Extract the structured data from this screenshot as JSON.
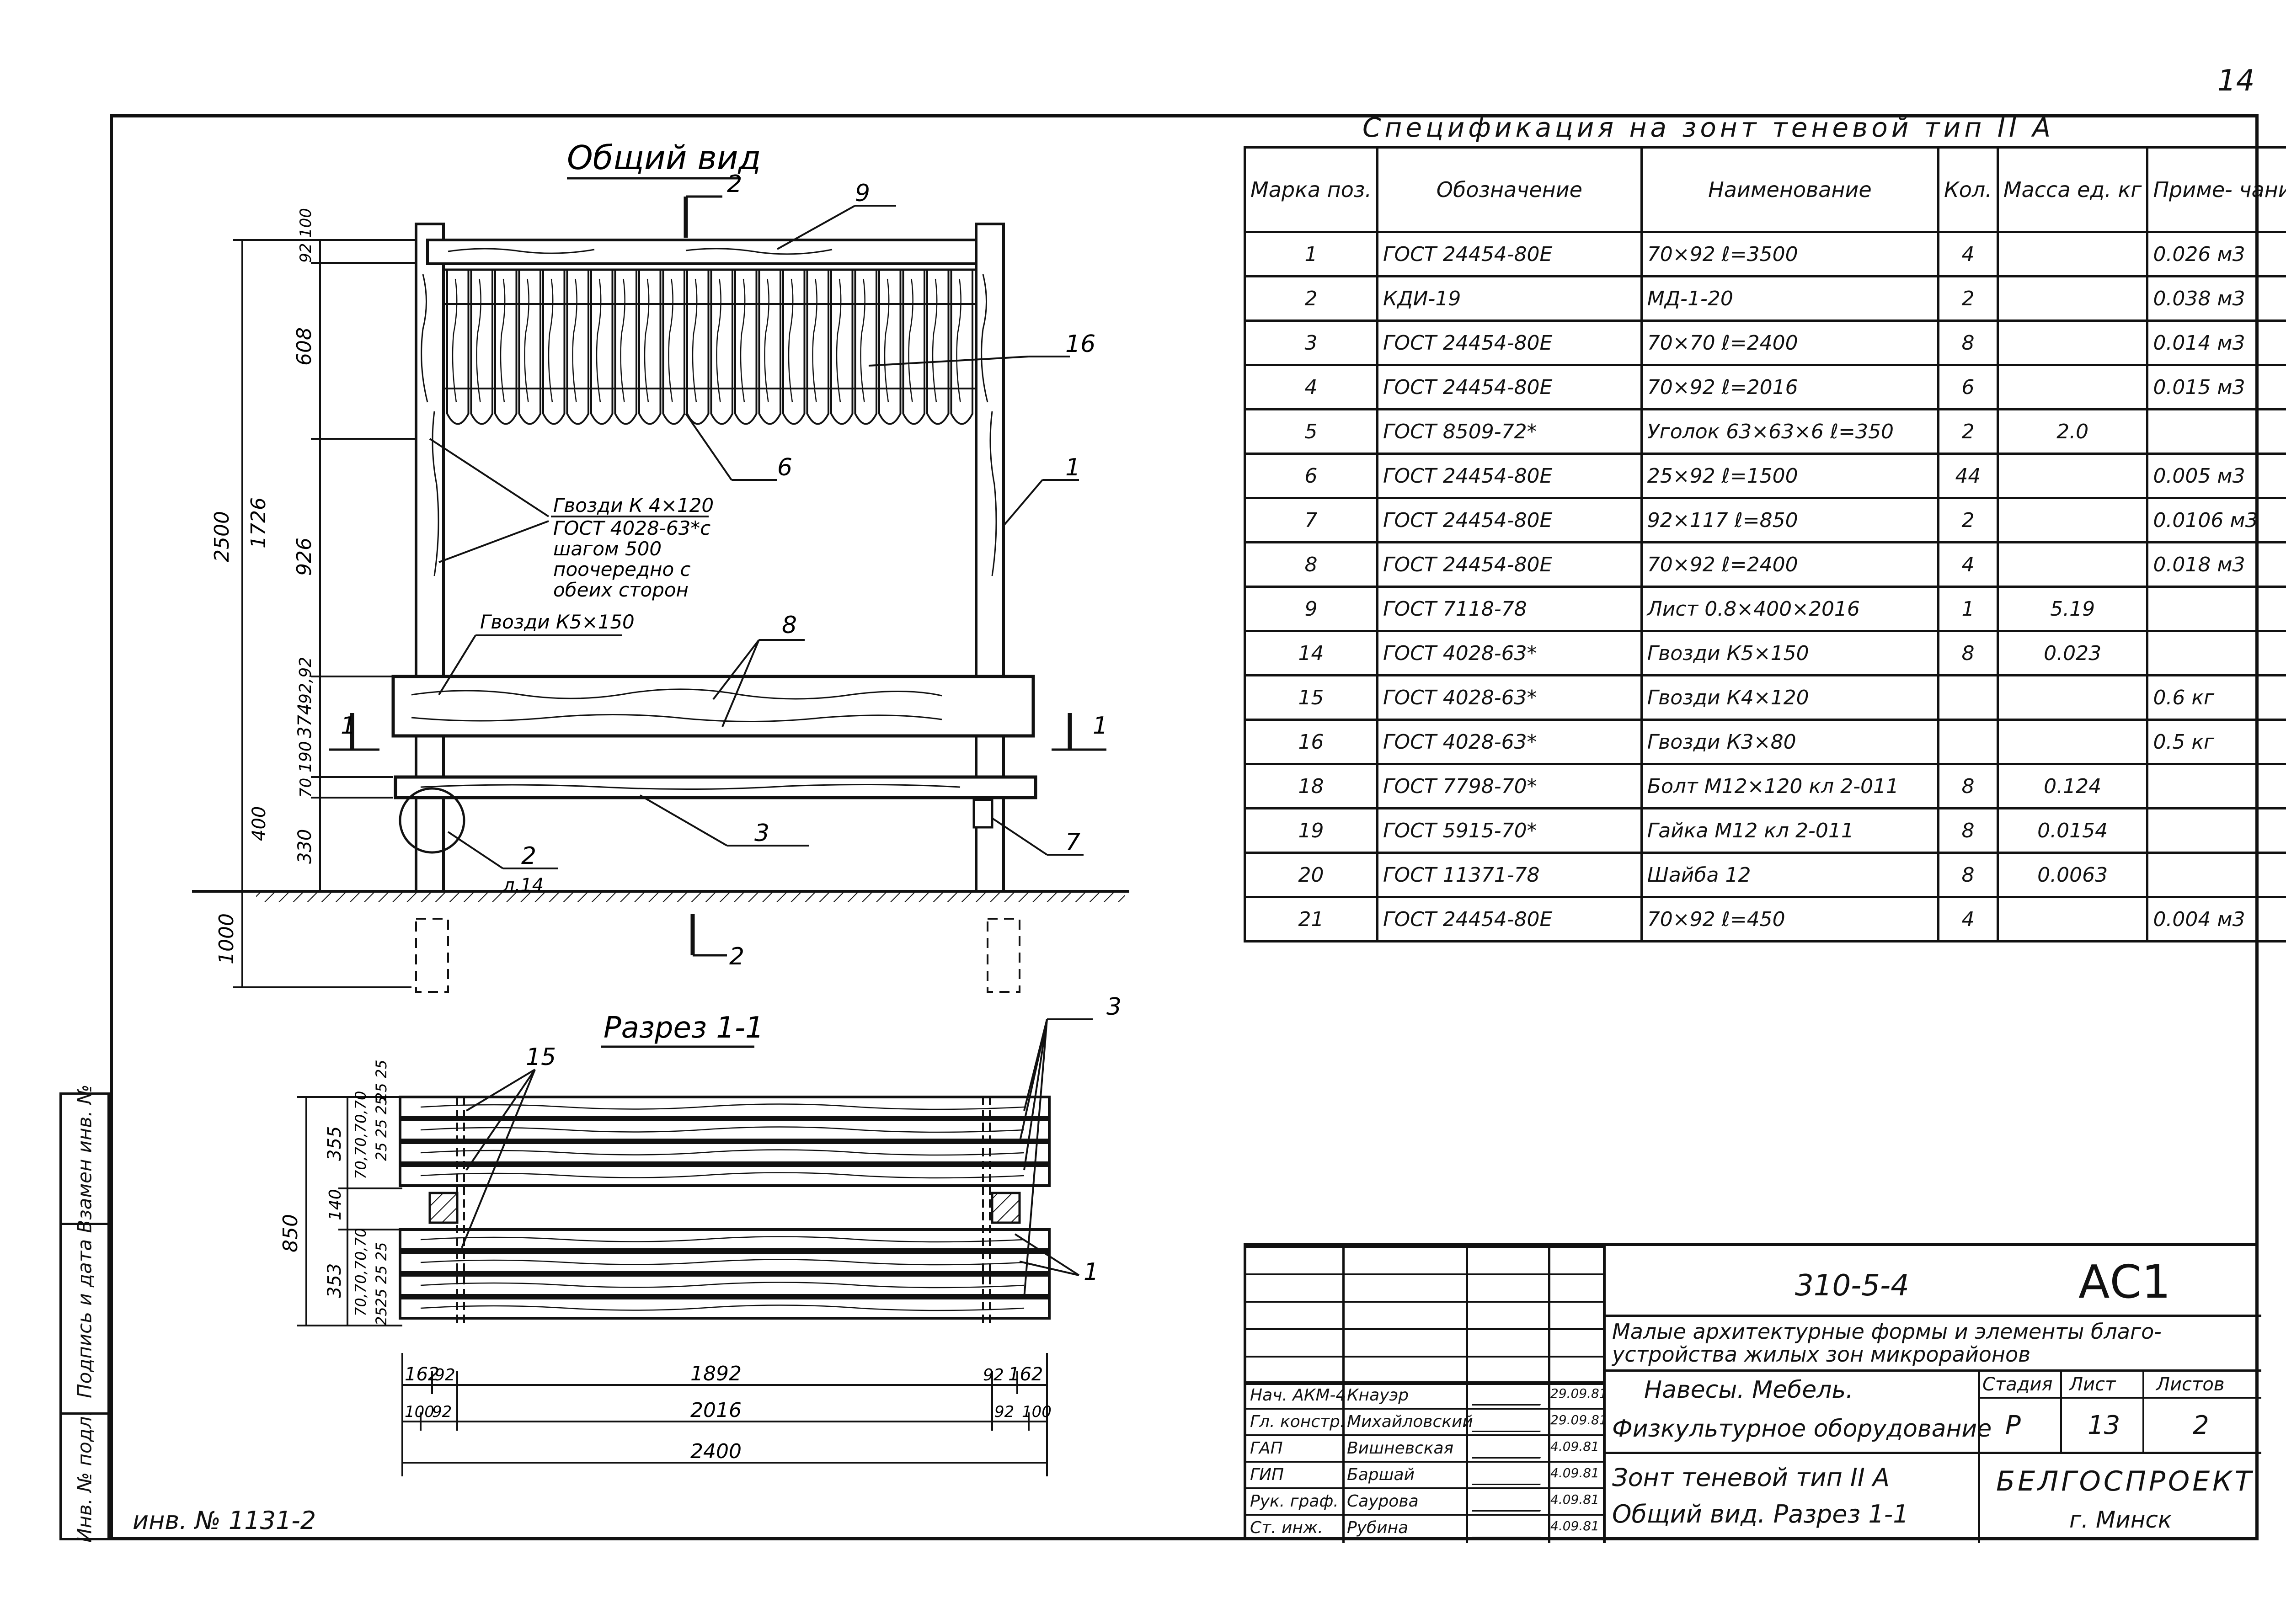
{
  "page_number": "14",
  "inventory_number": "инв. № 1131-2",
  "side_strip": {
    "replaced_inv": "Взамен инв. №",
    "sign_date": "Подпись и дата",
    "orig_inv": "Инв. № подл."
  },
  "drawing": {
    "general_view_title": "Общий вид",
    "section_title": "Разрез 1-1",
    "section_marks": {
      "s2": "2",
      "s1": "1"
    },
    "callouts": {
      "c1": "1",
      "c2": "2",
      "c3": "3",
      "c6": "6",
      "c7": "7",
      "c8": "8",
      "c9": "9",
      "c15": "15",
      "c16": "16",
      "sheet_ref": "л.14"
    },
    "notes": {
      "nails_k4_l1": "Гвозди К 4×120",
      "nails_k4_l2": "ГОСТ 4028-63*с",
      "nails_k4_l3": "шагом 500",
      "nails_k4_l4": "поочередно с",
      "nails_k4_l5": "обеих сторон",
      "nails_k5": "Гвозди К5×150"
    },
    "dims_vertical": {
      "total": "2500",
      "upper": "1726",
      "d92": "92",
      "d100": "100",
      "d608": "608",
      "d926": "926",
      "d374": "374",
      "d9292": "92,92",
      "d190": "190",
      "d70": "70",
      "d400": "400",
      "d330": "330",
      "d1000": "1000"
    },
    "section_dims": {
      "d850": "850",
      "d355": "355",
      "d140": "140",
      "d353": "353",
      "d70a": "70,70,70,70",
      "d25a": "25 25 25",
      "d70b": "70,70,70,70",
      "d25b": "25 25 25",
      "d25c": "25 25",
      "d25d": "25",
      "h162a": "162",
      "h92a": "92",
      "h1892": "1892",
      "h92b": "92",
      "h162b": "162",
      "h100a": "100",
      "h92c": "92",
      "h2016": "2016",
      "h92d": "92",
      "h100b": "100",
      "h2400": "2400"
    }
  },
  "spec": {
    "title": "Спецификация на зонт теневой тип II А",
    "headers": [
      "Марка поз.",
      "Обозначение",
      "Наименование",
      "Кол.",
      "Масса ед. кг",
      "Приме- чание"
    ],
    "rows": [
      [
        "1",
        "ГОСТ 24454-80Е",
        "70×92      ℓ=3500",
        "4",
        "",
        "0.026 м3"
      ],
      [
        "2",
        "КДИ-19",
        "МД-1-20",
        "2",
        "",
        "0.038 м3"
      ],
      [
        "3",
        "ГОСТ 24454-80Е",
        "70×70   ℓ=2400",
        "8",
        "",
        "0.014 м3"
      ],
      [
        "4",
        "ГОСТ 24454-80Е",
        "70×92   ℓ=2016",
        "6",
        "",
        "0.015 м3"
      ],
      [
        "5",
        "ГОСТ 8509-72*",
        "Уголок 63×63×6  ℓ=350",
        "2",
        "2.0",
        ""
      ],
      [
        "6",
        "ГОСТ 24454-80Е",
        "25×92     ℓ=1500",
        "44",
        "",
        "0.005 м3"
      ],
      [
        "7",
        "ГОСТ 24454-80Е",
        "92×117     ℓ=850",
        "2",
        "",
        "0.0106 м3"
      ],
      [
        "8",
        "ГОСТ 24454-80Е",
        "70×92     ℓ=2400",
        "4",
        "",
        "0.018 м3"
      ],
      [
        "9",
        "ГОСТ 7118-78",
        "Лист 0.8×400×2016",
        "1",
        "5.19",
        ""
      ],
      [
        "14",
        "ГОСТ 4028-63*",
        "Гвозди К5×150",
        "8",
        "0.023",
        ""
      ],
      [
        "15",
        "ГОСТ 4028-63*",
        "Гвозди К4×120",
        "",
        "",
        "0.6 кг"
      ],
      [
        "16",
        "ГОСТ 4028-63*",
        "Гвозди К3×80",
        "",
        "",
        "0.5 кг"
      ],
      [
        "18",
        "ГОСТ 7798-70*",
        "Болт М12×120 кл 2-011",
        "8",
        "0.124",
        ""
      ],
      [
        "19",
        "ГОСТ 5915-70*",
        "Гайка М12  кл 2-011",
        "8",
        "0.0154",
        ""
      ],
      [
        "20",
        "ГОСТ 11371-78",
        "Шайба 12",
        "8",
        "0.0063",
        ""
      ],
      [
        "21",
        "ГОСТ 24454-80Е",
        "70×92   ℓ=450",
        "4",
        "",
        "0.004 м3"
      ]
    ]
  },
  "title_block": {
    "doc_code": "310-5-4",
    "sheet_code": "АС1",
    "project_l1": "Малые архитектурные формы и элементы благо-",
    "project_l2": "устройства жилых зон микрорайонов",
    "section_l1": "Навесы. Мебель.",
    "section_l2": "Физкультурное оборудование",
    "stage_label": "Стадия",
    "sheet_label": "Лист",
    "sheets_label": "Листов",
    "stage": "Р",
    "sheet": "13",
    "sheets": "2",
    "drawing_l1": "Зонт теневой тип II А",
    "drawing_l2": "Общий вид. Разрез 1-1",
    "org_l1": "БЕЛГОСПРОЕКТ",
    "org_l2": "г. Минск",
    "people": [
      {
        "role": "Нач. АКМ-4",
        "name": "Кнауэр",
        "date": "29.09.81"
      },
      {
        "role": "Гл. констр.",
        "name": "Михайловский",
        "date": "29.09.81"
      },
      {
        "role": "ГАП",
        "name": "Вишневская",
        "date": "4.09.81"
      },
      {
        "role": "ГИП",
        "name": "Баршай",
        "date": "4.09.81"
      },
      {
        "role": "Рук. граф.",
        "name": "Саурова",
        "date": "4.09.81"
      },
      {
        "role": "Ст. инж.",
        "name": "Рубина",
        "date": "4.09.81"
      }
    ]
  }
}
